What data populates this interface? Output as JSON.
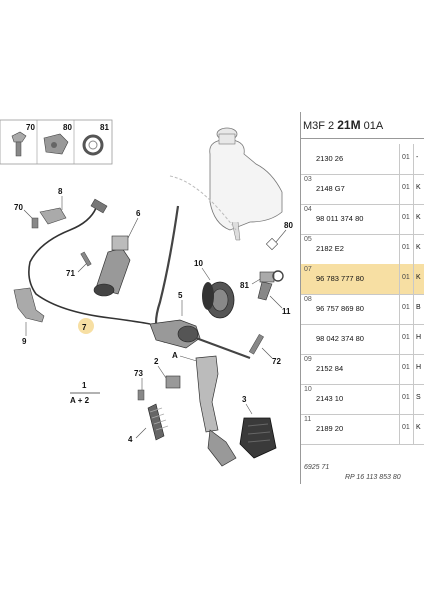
{
  "header": {
    "prefix": "M3F 2 ",
    "group": "21M",
    "suffix": " 01A"
  },
  "callouts": {
    "c70": "70",
    "c80": "80",
    "c81": "81",
    "c8": "8",
    "c6": "6",
    "c70b": "70",
    "c71": "71",
    "c10": "10",
    "c80b": "80",
    "c5": "5",
    "c81b": "81",
    "c11": "11",
    "c9": "9",
    "c7": "7",
    "c72": "72",
    "c2": "2",
    "cA": "A",
    "c73": "73",
    "c3": "3",
    "c4": "4",
    "legend_num": "1",
    "legend_formula": "A + 2"
  },
  "parts": [
    {
      "pos": "",
      "ref": "2130 26",
      "qty": "01",
      "note": "-"
    },
    {
      "pos": "03",
      "ref": "2148 G7",
      "qty": "01",
      "note": "K"
    },
    {
      "pos": "04",
      "ref": "98 011 374 80",
      "qty": "01",
      "note": "K"
    },
    {
      "pos": "05",
      "ref": "2182 E2",
      "qty": "01",
      "note": "K"
    },
    {
      "pos": "07",
      "ref": "96 783 777 80",
      "qty": "01",
      "note": "K"
    },
    {
      "pos": "08",
      "ref": "96 757 869 80",
      "qty": "01",
      "note": "B"
    },
    {
      "pos": "",
      "ref": "98 042 374 80",
      "qty": "01",
      "note": "H"
    },
    {
      "pos": "09",
      "ref": "2152 84",
      "qty": "01",
      "note": "H"
    },
    {
      "pos": "10",
      "ref": "2143 10",
      "qty": "01",
      "note": "S"
    },
    {
      "pos": "11",
      "ref": "2189 20",
      "qty": "01",
      "note": "K"
    }
  ],
  "footer": {
    "left": "6925 71",
    "right": "RP 16 113 853 80"
  },
  "colors": {
    "highlight_row": "#f7dfa3",
    "callout_highlight": "#f7dfa3"
  }
}
